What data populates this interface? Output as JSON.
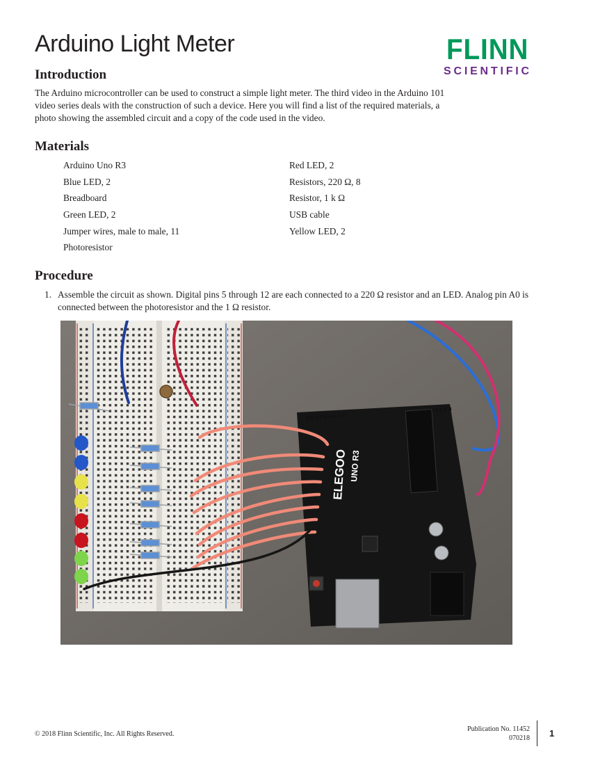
{
  "header": {
    "title": "Arduino Light Meter",
    "logo_top": "FLINN",
    "logo_bottom": "SCIENTIFIC",
    "logo_colors": {
      "green": "#00995a",
      "purple": "#6b2c8a"
    }
  },
  "introduction": {
    "heading": "Introduction",
    "text": "The Arduino microcontroller can be used to construct a simple light meter. The third video in the Arduino 101 video series deals with the construction of such a device. Here you will find a list of the required materials, a photo showing the assembled circuit and a copy of the code used in the video."
  },
  "materials": {
    "heading": "Materials",
    "items": [
      "Arduino Uno R3",
      "Red LED, 2",
      "Blue LED, 2",
      "Resistors, 220 Ω, 8",
      "Breadboard",
      "Resistor, 1 k Ω",
      "Green LED, 2",
      "USB cable",
      "Jumper wires, male to male, 11",
      "Yellow LED, 2",
      "Photoresistor"
    ]
  },
  "procedure": {
    "heading": "Procedure",
    "steps": [
      {
        "number": "1.",
        "text": "Assemble the circuit as shown. Digital pins 5 through 12 are each connected to a 220 Ω resistor and an LED. Analog pin A0 is connected between the photoresistor and the 1 Ω resistor."
      }
    ]
  },
  "photo": {
    "board_brand": "ELEGOO",
    "board_model": "UNO R3"
  },
  "footer": {
    "copyright": "© 2018 Flinn Scientific, Inc. All Rights Reserved.",
    "publication": "Publication No. 11452",
    "code": "070218",
    "page_number": "1"
  }
}
